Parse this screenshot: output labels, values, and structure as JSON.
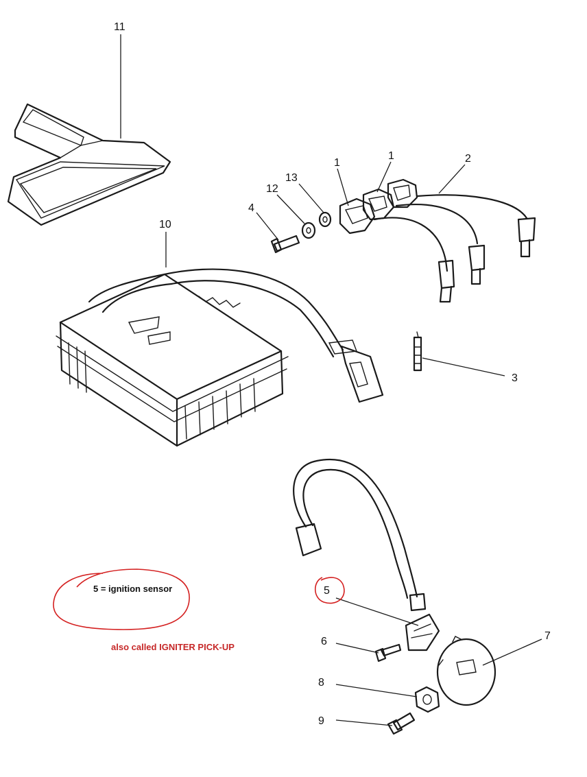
{
  "callouts": {
    "c1a": "1",
    "c1b": "1",
    "c2": "2",
    "c3": "3",
    "c4": "4",
    "c5": "5",
    "c6": "6",
    "c7": "7",
    "c8": "8",
    "c9": "9",
    "c10": "10",
    "c11": "11",
    "c12": "12",
    "c13": "13"
  },
  "annotation": {
    "sensor_note": "5 = ignition sensor",
    "alias_note": "also called IGNITER PICK-UP",
    "ink_color": "#d42020",
    "alias_color": "#c62828"
  }
}
